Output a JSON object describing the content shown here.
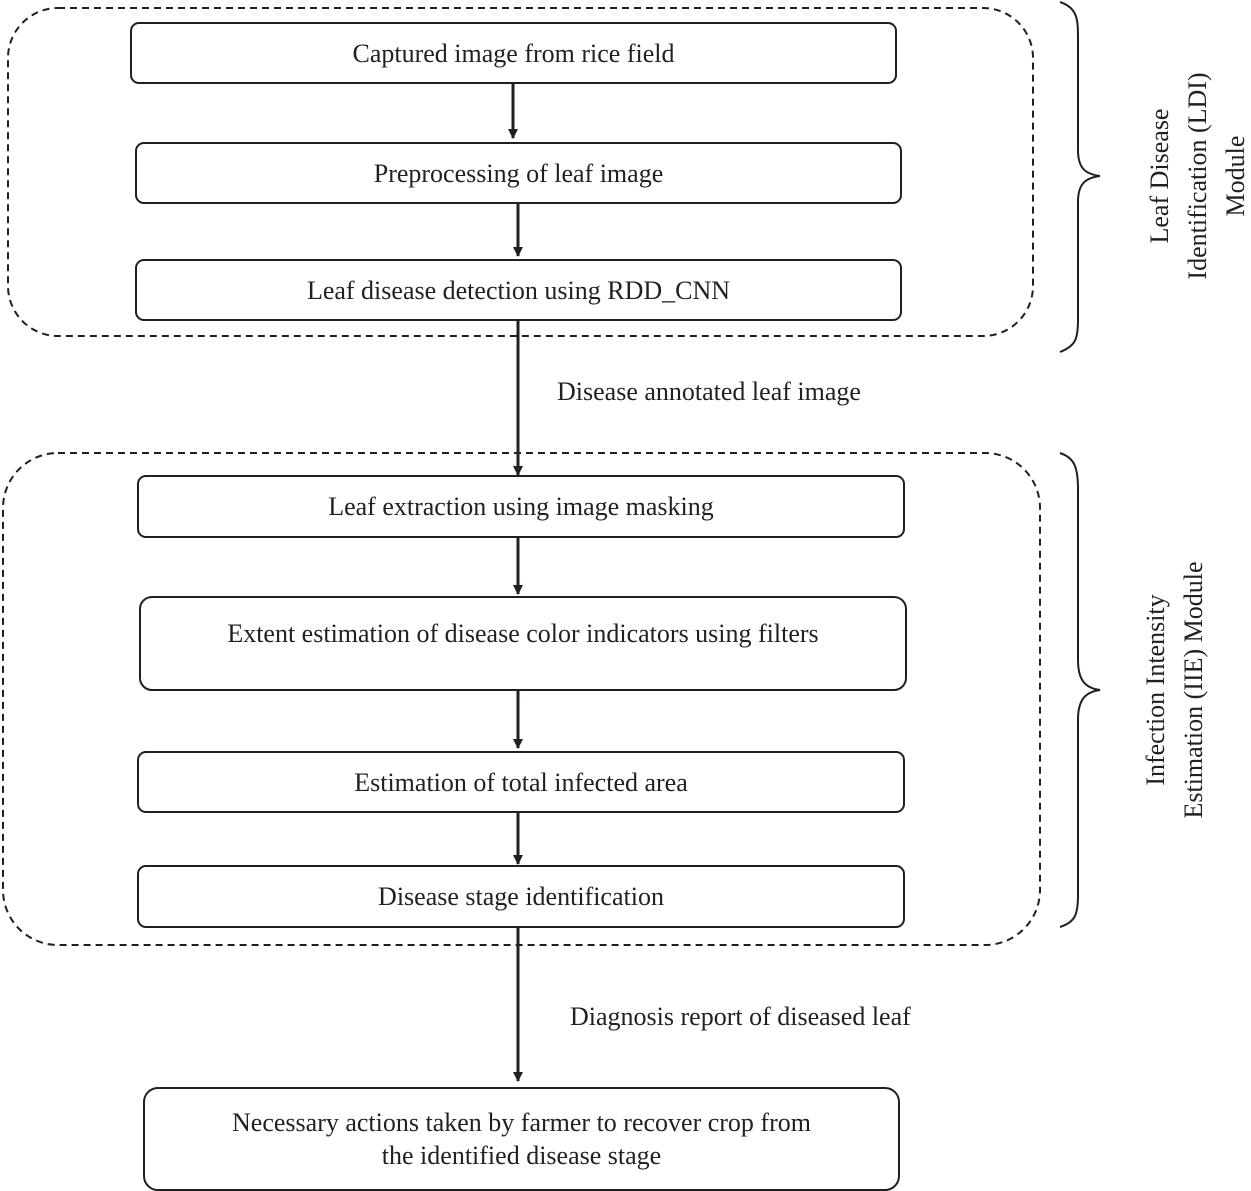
{
  "ldi_module": {
    "label_lines": [
      "Leaf Disease",
      "Identification (LDI)",
      "Module"
    ],
    "steps": [
      "Captured image from rice field",
      "Preprocessing of leaf image",
      "Leaf disease detection using RDD_CNN"
    ]
  },
  "edge_label_1": "Disease annotated leaf image",
  "iie_module": {
    "label_lines": [
      "Infection Intensity",
      "Estimation (IIE) Module"
    ],
    "steps": [
      "Leaf extraction using image masking",
      "Extent estimation of disease color indicators using filters",
      "Estimation of total infected area",
      "Disease stage identification"
    ]
  },
  "edge_label_2": "Diagnosis report of diseased leaf",
  "final_step": [
    "Necessary actions taken by farmer to recover crop from",
    "the identified disease stage"
  ]
}
